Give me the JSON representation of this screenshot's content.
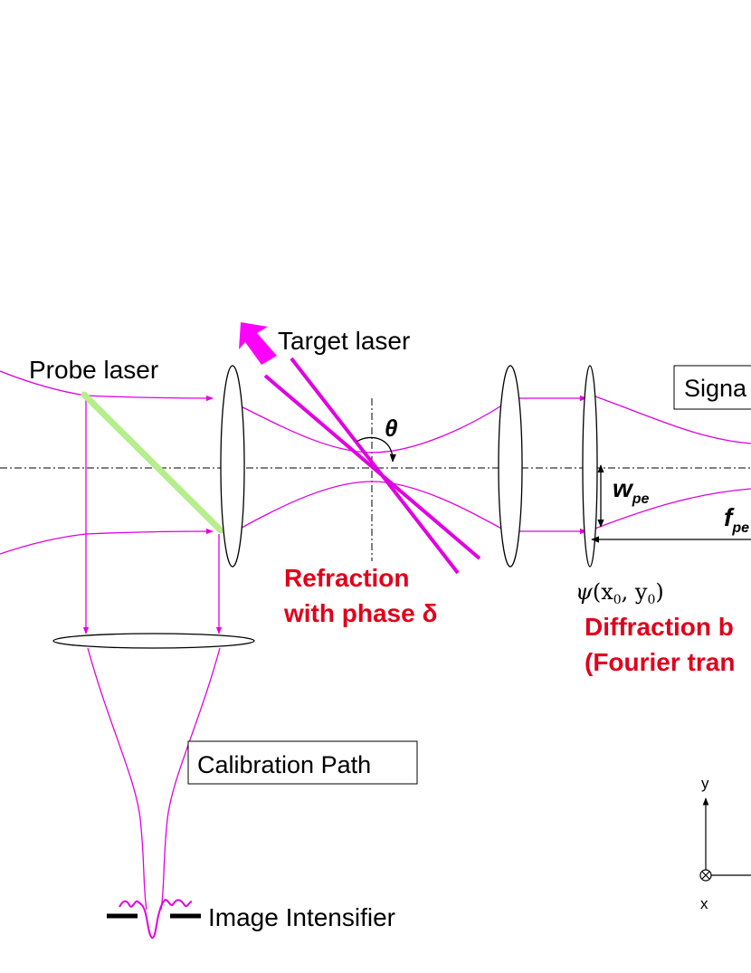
{
  "labels": {
    "probe_laser": "Probe laser",
    "target_laser": "Target laser",
    "theta": "θ",
    "signal": "Signa",
    "w_main": "w",
    "w_sub": "pe",
    "f_main": "f",
    "f_sub": "pe",
    "psi": "ψ",
    "psi_args": "(x",
    "psi_sub0": "0",
    "psi_mid": ", y",
    "psi_sub1": "0",
    "psi_close": ")",
    "refraction_line1": "Refraction",
    "refraction_line2": "with phase δ",
    "diffraction_line1": "Diffraction b",
    "diffraction_line2": "(Fourier tran",
    "calibration_path": "Calibration Path",
    "image_intensifier": "Image Intensifier",
    "axis_y": "y",
    "axis_x": "x"
  },
  "colors": {
    "beam": "#e000e0",
    "red_text": "#e0001b",
    "splitter": "#b5ee8c",
    "arrow_target": "#ff00ff"
  }
}
